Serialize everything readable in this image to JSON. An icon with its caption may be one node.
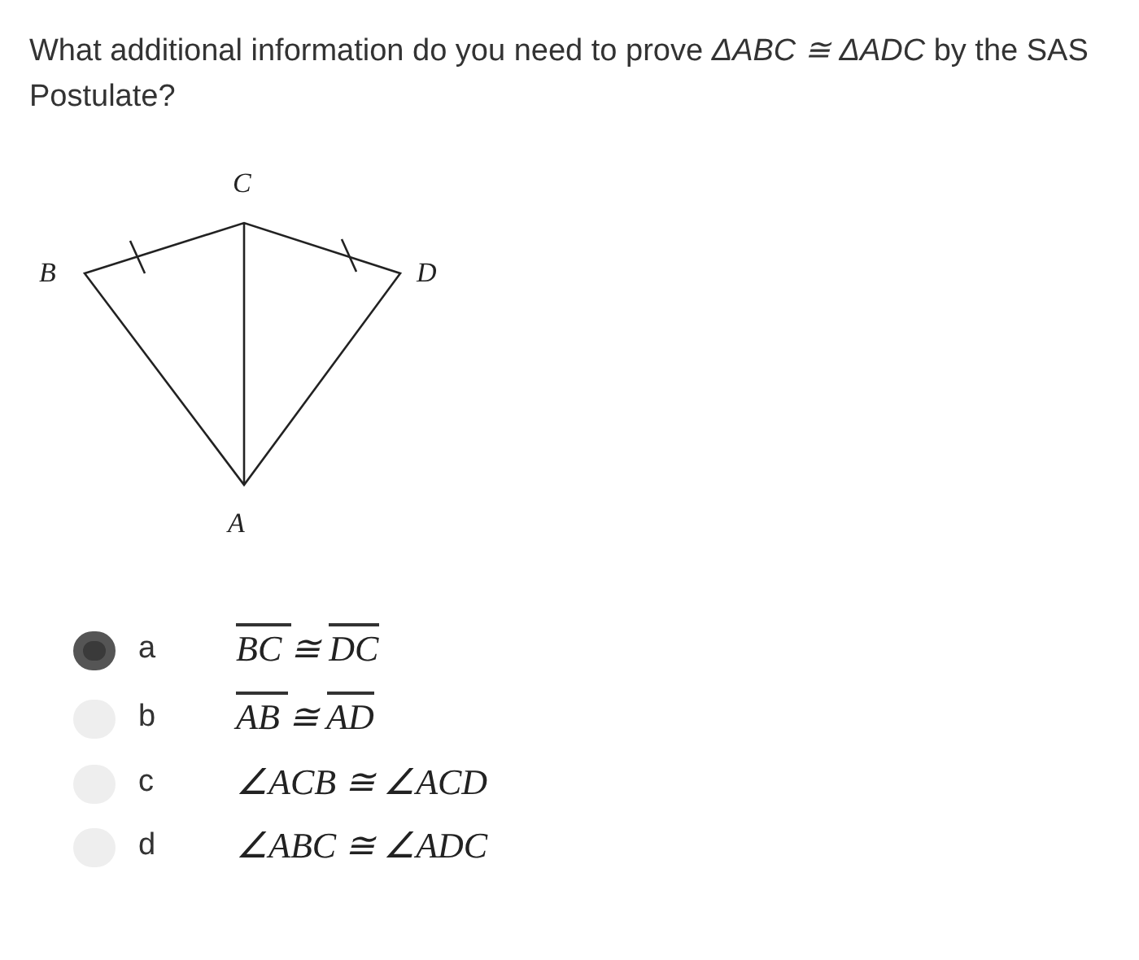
{
  "diagram": {
    "title": "What additional information do you need to prove *ΔABC ≅ ΔADC* by the SAS Postulate?",
    "labels": [
      "C",
      "B",
      "D",
      "A",
      "a",
      "BC ≅ DC",
      "b",
      "AB ≅ AD",
      "c",
      "∠ACB ≅ ∠ACD",
      "d",
      "∠ABC ≅ ∠ADC"
    ]
  }
}
